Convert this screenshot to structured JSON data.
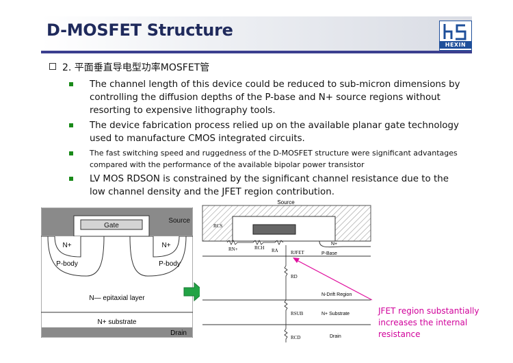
{
  "slide": {
    "title": "D-MOSFET Structure",
    "logo_text": "HEXIN",
    "subheading": "2. 平面垂直导电型功率MOSFET管"
  },
  "bullets": [
    {
      "text": "The channel length of this device could be reduced to sub-micron dimensions by controlling the diffusion depths of the P-base and N+ source regions without resorting to expensive lithography tools.",
      "small": false
    },
    {
      "text": "The device fabrication process relied up on the available planar gate technology used to manufacture CMOS integrated circuits.",
      "small": false
    },
    {
      "text": "The fast switching speed and ruggedness of the D-MOSFET structure were significant advantages compared with the performance of the available bipolar power transistor",
      "small": true
    },
    {
      "text": "LV MOS RDSON is constrained by the significant channel resistance due to the low channel density and the JFET region contribution.",
      "small": false
    }
  ],
  "left_figure": {
    "gate": "Gate",
    "source": "Source",
    "n_plus_left": "N+",
    "n_plus_right": "N+",
    "pbody_left": "P-body",
    "pbody_right": "P-body",
    "epi": "N— epitaxial layer",
    "substrate": "N+ substrate",
    "drain": "Drain"
  },
  "right_figure": {
    "source": "Source",
    "rcs": "RCS",
    "rn": "RN+",
    "rch": "RCH",
    "ra": "RA",
    "rjfet": "RJFET",
    "n_plus": "N+",
    "pbase": "P-Base",
    "rd": "RD",
    "ndrift": "N-Drift Region",
    "rsub": "RSUB",
    "nsub": "N+ Substrate",
    "rcd": "RCD",
    "drain": "Drain"
  },
  "callout": "JFET region substantially increases the internal resistance",
  "colors": {
    "title": "#1f2a5c",
    "rule": "#3b3f8f",
    "bullet": "#1a8a1a",
    "callout": "#d0009a",
    "arrow": "#22a345"
  }
}
